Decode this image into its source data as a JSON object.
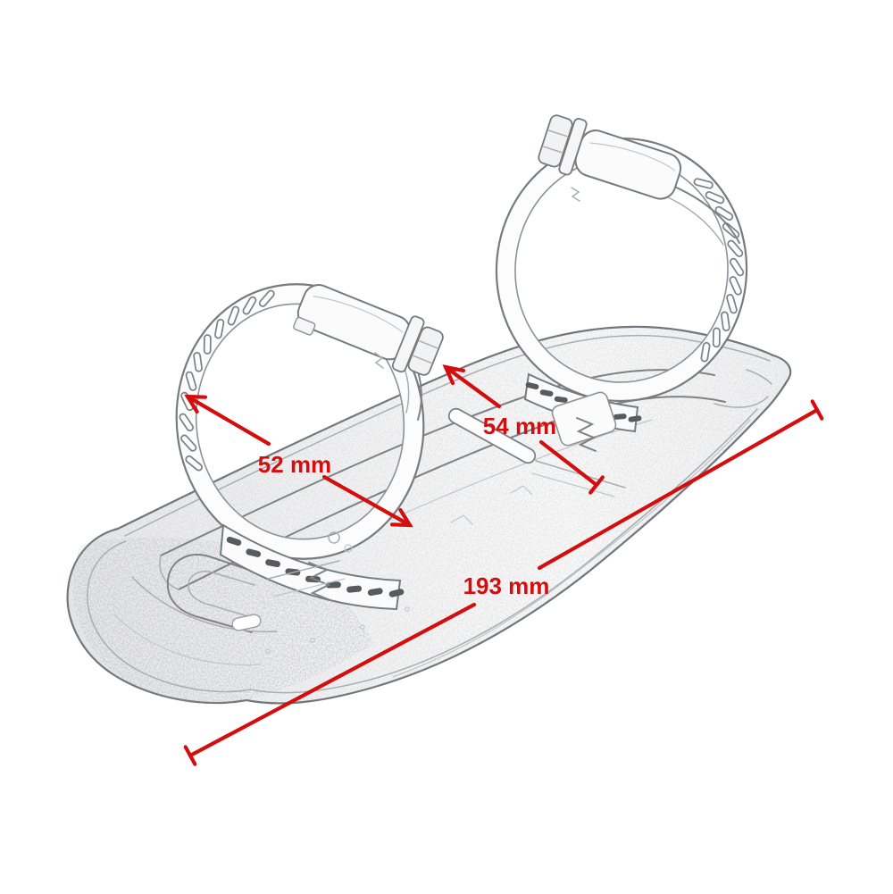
{
  "diagram": {
    "background_color": "#ffffff",
    "annotation_color": "#d40e0e",
    "sketch_color": "#7d8287",
    "dimensions": {
      "clamp_front_diameter": {
        "label": "52 mm",
        "value_mm": 52
      },
      "clamp_rear_diameter": {
        "label": "54 mm",
        "value_mm": 54
      },
      "shield_length": {
        "label": "193 mm",
        "value_mm": 193
      }
    }
  }
}
